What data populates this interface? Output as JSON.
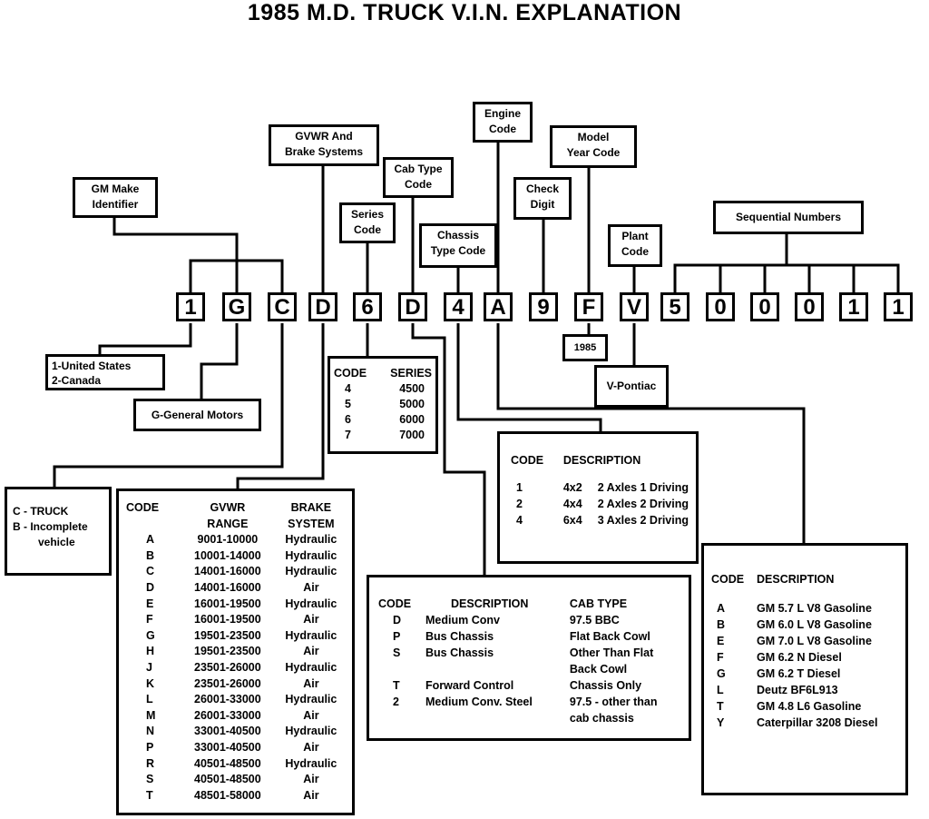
{
  "title": "1985 M.D. TRUCK V.I.N. EXPLANATION",
  "vin": [
    "1",
    "G",
    "C",
    "D",
    "6",
    "D",
    "4",
    "A",
    "9",
    "F",
    "V",
    "5",
    "0",
    "0",
    "0",
    "1"
  ],
  "labels": {
    "gm_make": [
      "GM Make",
      "Identifier"
    ],
    "gvwr_brake": [
      "GVWR And",
      "Brake Systems"
    ],
    "series": [
      "Series",
      "Code"
    ],
    "cab_type": [
      "Cab Type",
      "Code"
    ],
    "chassis_type": [
      "Chassis",
      "Type Code"
    ],
    "engine": [
      "Engine",
      "Code"
    ],
    "check_digit": [
      "Check",
      "Digit"
    ],
    "model_year": [
      "Model",
      "Year Code"
    ],
    "plant": [
      "Plant",
      "Code"
    ],
    "sequential": "Sequential Numbers"
  },
  "country": [
    "1-United States",
    "2-Canada"
  ],
  "manufacturer": "G-General Motors",
  "year": "1985",
  "plant_value": "V-Pontiac",
  "truck_type": [
    "C - TRUCK",
    "B - Incomplete",
    "vehicle"
  ],
  "series_table": {
    "headers": [
      "CODE",
      "SERIES"
    ],
    "rows": [
      [
        "4",
        "4500"
      ],
      [
        "5",
        "5000"
      ],
      [
        "6",
        "6000"
      ],
      [
        "7",
        "7000"
      ]
    ]
  },
  "gvwr_table": {
    "headers": [
      [
        "CODE",
        ""
      ],
      [
        "GVWR",
        "RANGE"
      ],
      [
        "BRAKE",
        "SYSTEM"
      ]
    ],
    "rows": [
      [
        "A",
        "9001-10000",
        "Hydraulic"
      ],
      [
        "B",
        "10001-14000",
        "Hydraulic"
      ],
      [
        "C",
        "14001-16000",
        "Hydraulic"
      ],
      [
        "D",
        "14001-16000",
        "Air"
      ],
      [
        "E",
        "16001-19500",
        "Hydraulic"
      ],
      [
        "F",
        "16001-19500",
        "Air"
      ],
      [
        "G",
        "19501-23500",
        "Hydraulic"
      ],
      [
        "H",
        "19501-23500",
        "Air"
      ],
      [
        "J",
        "23501-26000",
        "Hydraulic"
      ],
      [
        "K",
        "23501-26000",
        "Air"
      ],
      [
        "L",
        "26001-33000",
        "Hydraulic"
      ],
      [
        "M",
        "26001-33000",
        "Air"
      ],
      [
        "N",
        "33001-40500",
        "Hydraulic"
      ],
      [
        "P",
        "33001-40500",
        "Air"
      ],
      [
        "R",
        "40501-48500",
        "Hydraulic"
      ],
      [
        "S",
        "40501-48500",
        "Air"
      ],
      [
        "T",
        "48501-58000",
        "Air"
      ]
    ]
  },
  "chassis_table": {
    "headers": [
      "CODE",
      "DESCRIPTION"
    ],
    "rows": [
      [
        "1",
        "4x2",
        "2 Axles 1 Driving"
      ],
      [
        "2",
        "4x4",
        "2 Axles 2 Driving"
      ],
      [
        "4",
        "6x4",
        "3 Axles 2 Driving"
      ]
    ]
  },
  "cab_table": {
    "headers": [
      "CODE",
      "DESCRIPTION",
      "CAB TYPE"
    ],
    "rows": [
      [
        "D",
        "Medium Conv",
        "97.5 BBC"
      ],
      [
        "P",
        "Bus Chassis",
        "Flat Back Cowl"
      ],
      [
        "S",
        "Bus Chassis",
        "Other Than Flat"
      ],
      [
        "",
        "",
        "Back Cowl"
      ],
      [
        "T",
        "Forward Control",
        "Chassis Only"
      ],
      [
        "2",
        "Medium Conv. Steel",
        "97.5 - other than"
      ],
      [
        "",
        "",
        "cab chassis"
      ]
    ]
  },
  "engine_table": {
    "headers": [
      "CODE",
      "DESCRIPTION"
    ],
    "rows": [
      [
        "A",
        "GM 5.7 L V8 Gasoline"
      ],
      [
        "B",
        "GM 6.0 L V8 Gasoline"
      ],
      [
        "E",
        "GM 7.0 L V8 Gasoline"
      ],
      [
        "F",
        "GM 6.2 N Diesel"
      ],
      [
        "G",
        "GM 6.2 T Diesel"
      ],
      [
        "L",
        "Deutz BF6L913"
      ],
      [
        "T",
        "GM 4.8 L6 Gasoline"
      ],
      [
        "Y",
        "Caterpillar 3208 Diesel"
      ]
    ]
  }
}
